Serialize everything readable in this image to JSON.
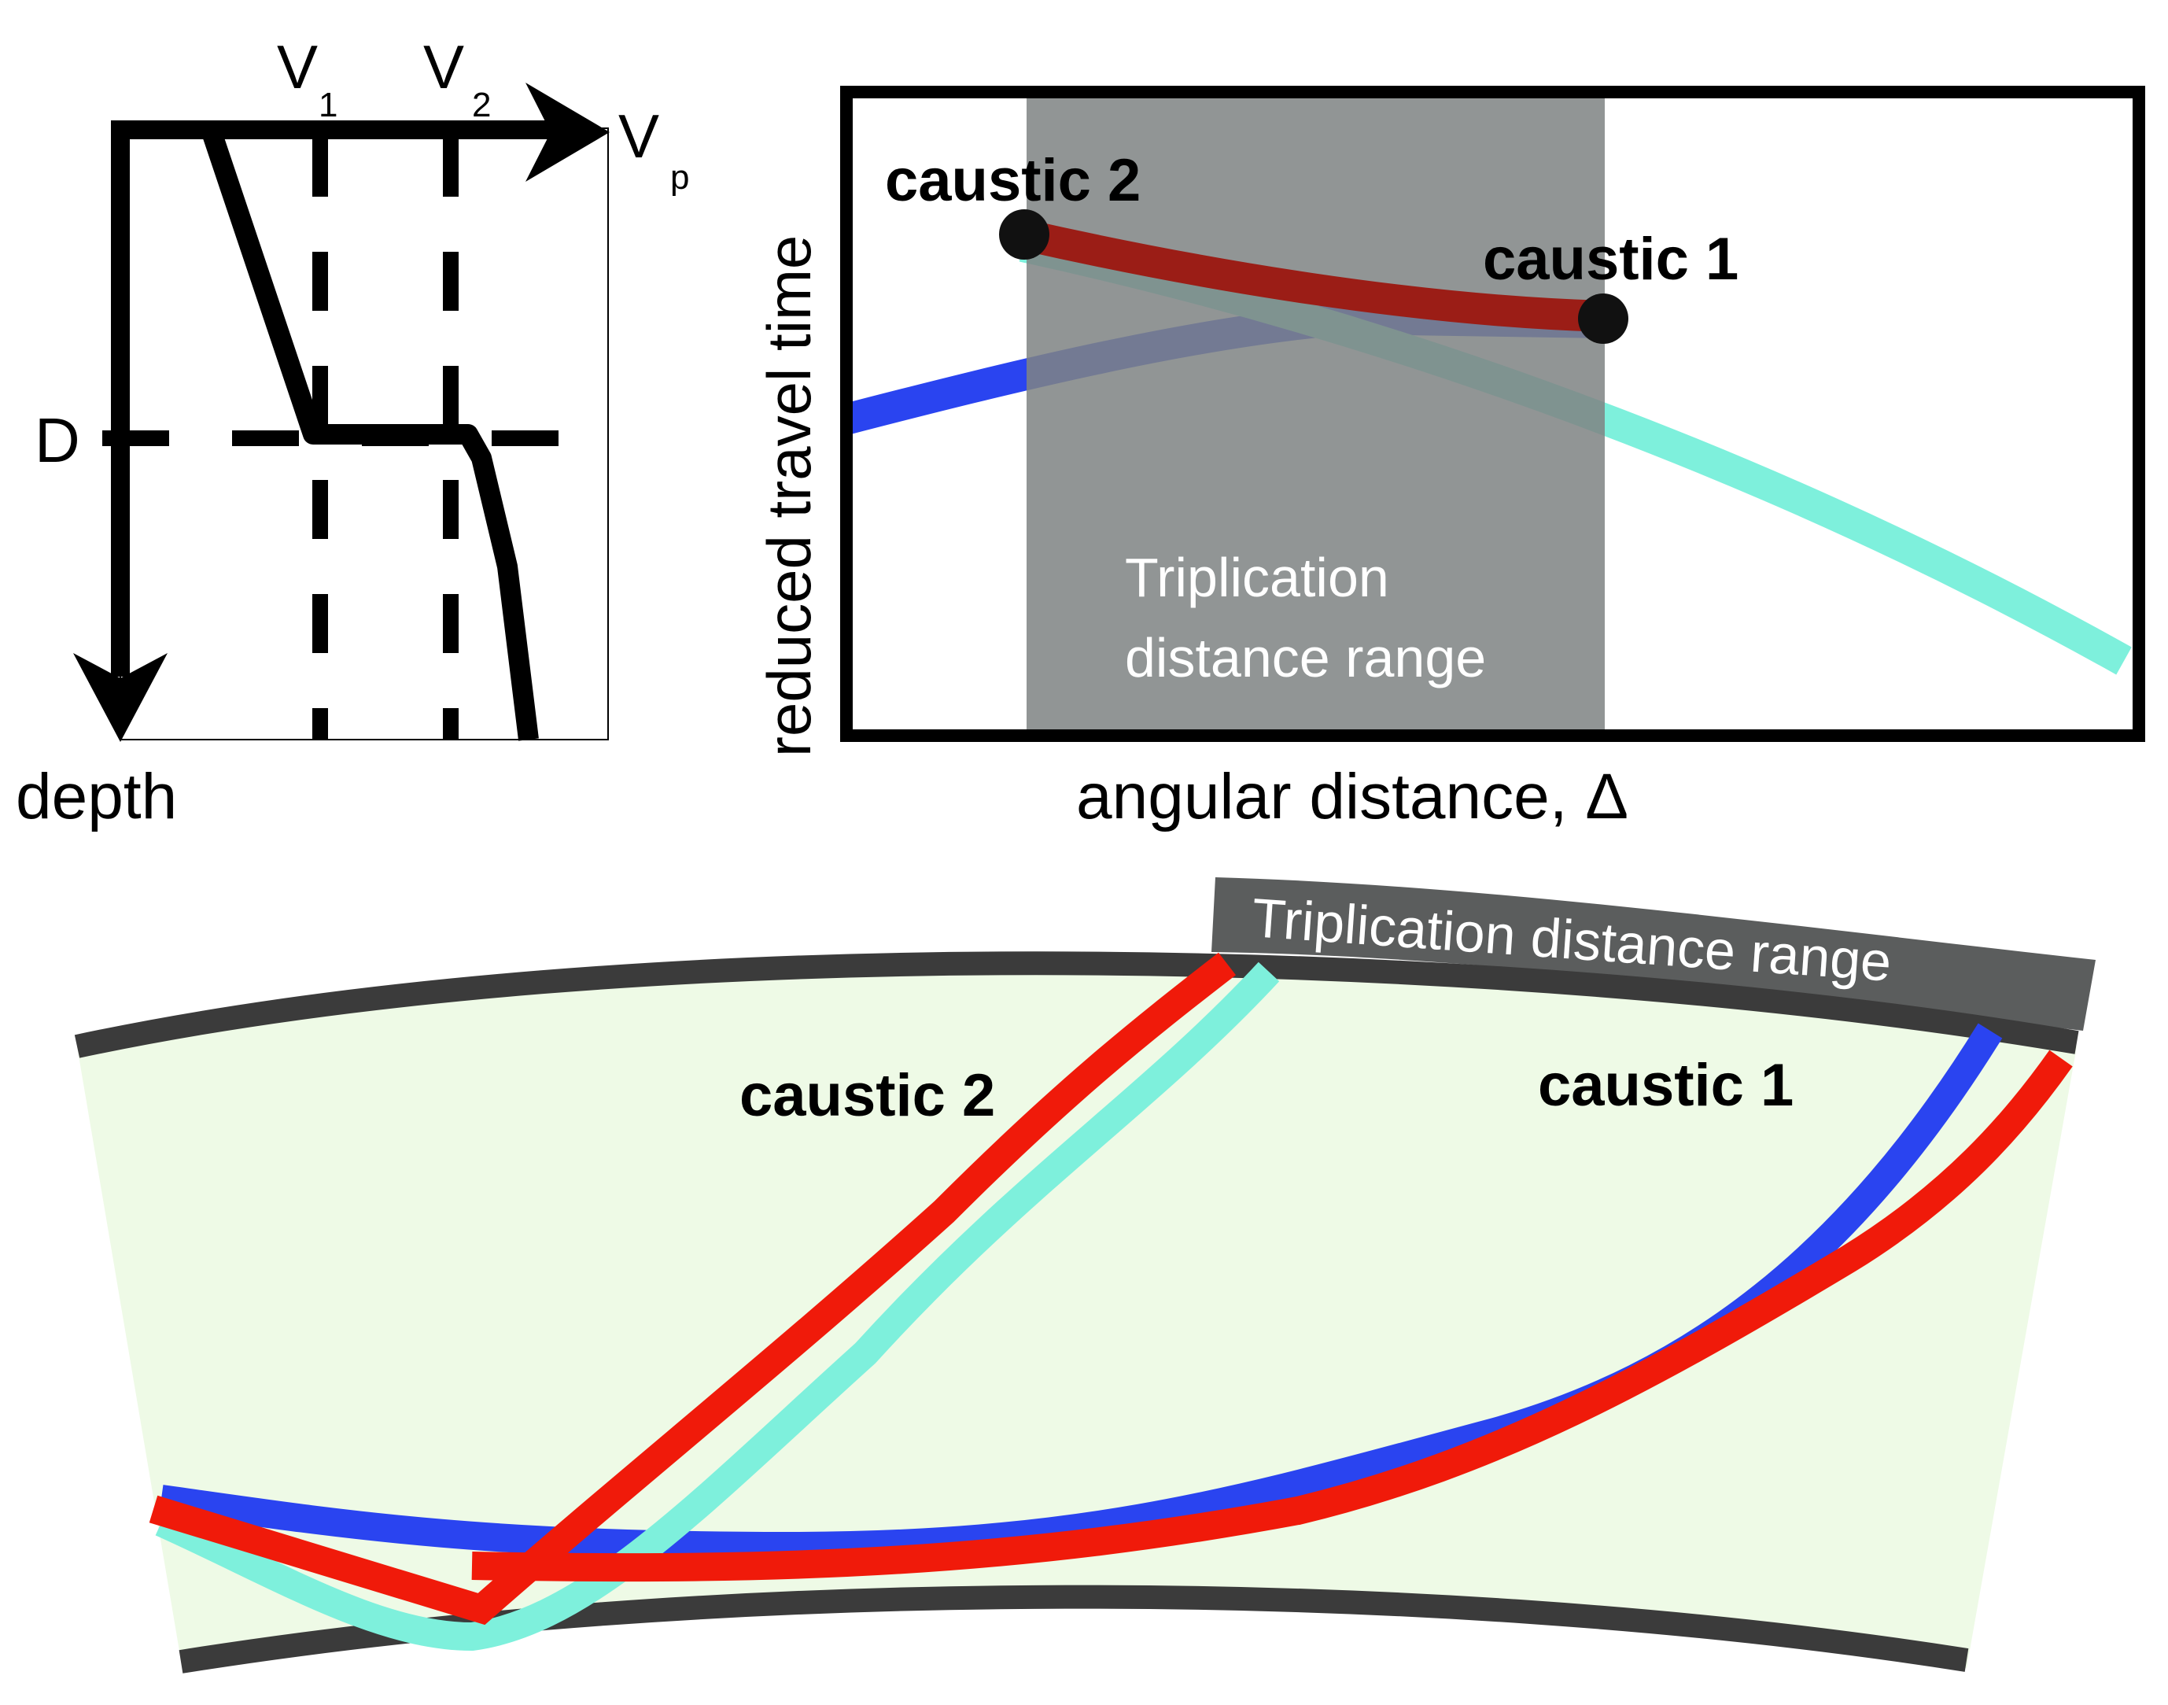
{
  "colors": {
    "ink": "#000000",
    "blue_branch": "#2a44f0",
    "cyan_branch": "#7ef0dc",
    "red_branch": "#f01a0a",
    "dark_red_in_shade": "#9b1d16",
    "shade": "#7f8383",
    "mantle_fill": "#eefae6",
    "boundary": "#3b3b3b",
    "band_text": "#ffffff"
  },
  "velocity_panel": {
    "v1": "V",
    "v1_sub": "1",
    "v2": "V",
    "v2_sub": "2",
    "vp": "V",
    "vp_sub": "p",
    "d": "D",
    "depth": "depth"
  },
  "travel_time_panel": {
    "ylabel": "reduced travel time",
    "xlabel": "angular distance, Δ",
    "caustic_2": "caustic 2",
    "caustic_1": "caustic 1",
    "range_line1": "Triplication",
    "range_line2": "distance range"
  },
  "ray_panel": {
    "band_label": "Triplication distance range",
    "caustic_2": "caustic 2",
    "caustic_1": "caustic 1"
  }
}
